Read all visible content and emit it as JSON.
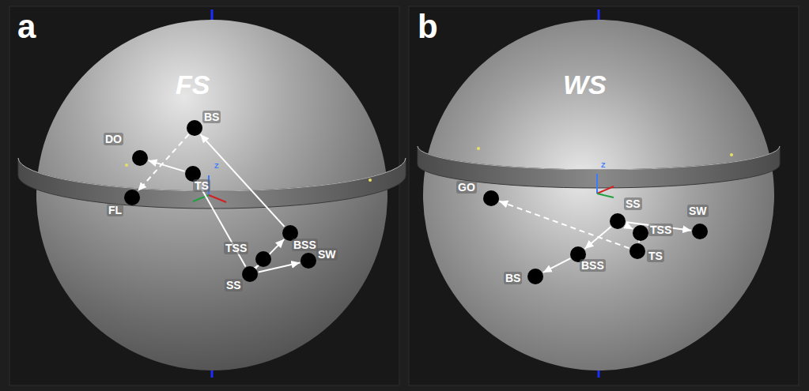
{
  "diagram": {
    "nodes": [
      {
        "text": [
          "BS"
        ]
      },
      {
        "text": [
          "DO"
        ]
      },
      {
        "text": [
          "TS"
        ]
      },
      {
        "text": [
          "FL"
        ]
      },
      {
        "text": [
          "BSS"
        ]
      },
      {
        "text": [
          "TSS"
        ]
      },
      {
        "text": [
          "SS"
        ]
      },
      {
        "text": [
          "SW"
        ]
      },
      {
        "text": [
          "GO"
        ]
      },
      {
        "text": [
          "SS"
        ]
      },
      {
        "text": [
          "SW"
        ]
      },
      {
        "text": [
          "TSS"
        ]
      },
      {
        "text": [
          "TS"
        ]
      },
      {
        "text": [
          "BSS"
        ]
      },
      {
        "text": [
          "BS"
        ]
      }
    ],
    "edges": [
      {
        "from": 6,
        "to": 2,
        "arrow": "to"
      },
      {
        "from": 6,
        "to": 4,
        "arrow": "to"
      },
      {
        "from": 4,
        "to": 0,
        "arrow": "to"
      },
      {
        "from": 6,
        "to": 5,
        "arrow": "to"
      },
      {
        "from": 6,
        "to": 7,
        "arrow": "to"
      },
      {
        "from": 2,
        "to": 1,
        "arrow": "to"
      },
      {
        "from": 0,
        "to": 3,
        "arrow": "to"
      },
      {
        "from": 9,
        "to": 13,
        "arrow": "to"
      },
      {
        "from": 13,
        "to": 14,
        "arrow": "to"
      },
      {
        "from": 9,
        "to": 11,
        "arrow": "to"
      },
      {
        "from": 9,
        "to": 10,
        "arrow": "to"
      },
      {
        "from": 11,
        "to": 12,
        "arrow": "to"
      },
      {
        "from": 12,
        "to": 8,
        "arrow": "to"
      }
    ],
    "labels": [
      "a",
      "FS",
      "b",
      "WS",
      "Z",
      "Z"
    ]
  }
}
